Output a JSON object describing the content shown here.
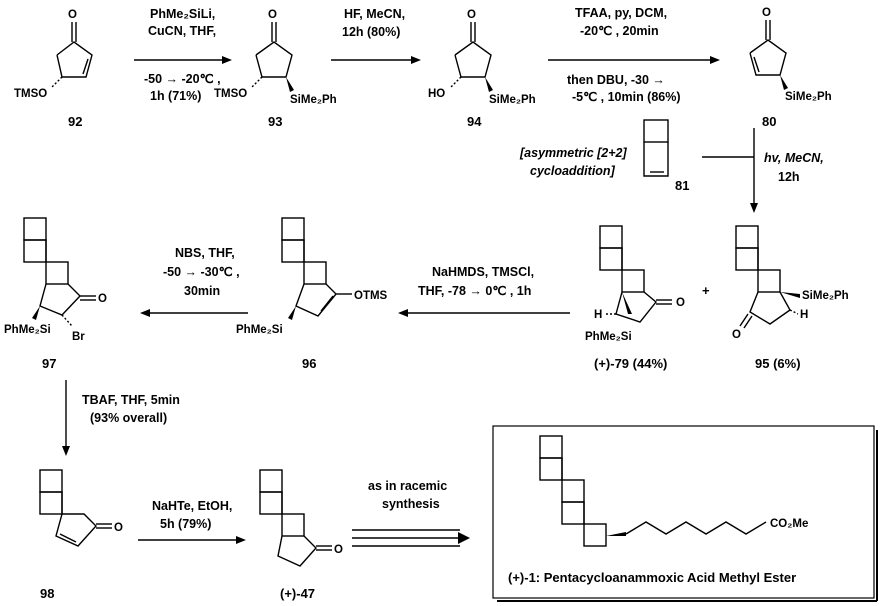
{
  "compounds": {
    "c92": "92",
    "c93": "93",
    "c94": "94",
    "c80": "80",
    "c81": "81",
    "c79": "(+)-79 (44%)",
    "c95": "95 (6%)",
    "c96": "96",
    "c97": "97",
    "c98": "98",
    "c47": "(+)-47",
    "target": "(+)-1: Pentacycloanammoxic Acid Methyl Ester"
  },
  "conditions": {
    "s1": [
      "PhMe₂SiLi,",
      "CuCN, THF,",
      "-50 → -20℃ ,",
      "1h (71%)"
    ],
    "s2": [
      "HF, MeCN,",
      "12h (80%)"
    ],
    "s3a": [
      "TFAA, py, DCM,",
      "-20℃ , 20min"
    ],
    "s3b": [
      "then DBU, -30 →",
      "-5℃ , 10min (86%)"
    ],
    "s4_note": [
      "[asymmetric [2+2]",
      "cycloaddition]"
    ],
    "s4": [
      "hv, MeCN,",
      "12h"
    ],
    "s5": [
      "NaHMDS, TMSCl,",
      "THF, -78 → 0℃ , 1h"
    ],
    "s6": [
      "NBS, THF,",
      "-50 → -30℃ ,",
      "30min"
    ],
    "s7": [
      "TBAF, THF, 5min",
      "(93% overall)"
    ],
    "s8": [
      "NaHTe, EtOH,",
      "5h (79%)"
    ],
    "s9": [
      "as in racemic",
      "synthesis"
    ]
  },
  "atoms": {
    "O": "O",
    "TMSO": "TMSO",
    "HO": "HO",
    "SiMe2Ph": "SiMe₂Ph",
    "PhMe2Si": "PhMe₂Si",
    "OTMS": "OTMS",
    "Br": "Br",
    "H": "H",
    "CO2Me": "CO₂Me",
    "plus": "+"
  }
}
